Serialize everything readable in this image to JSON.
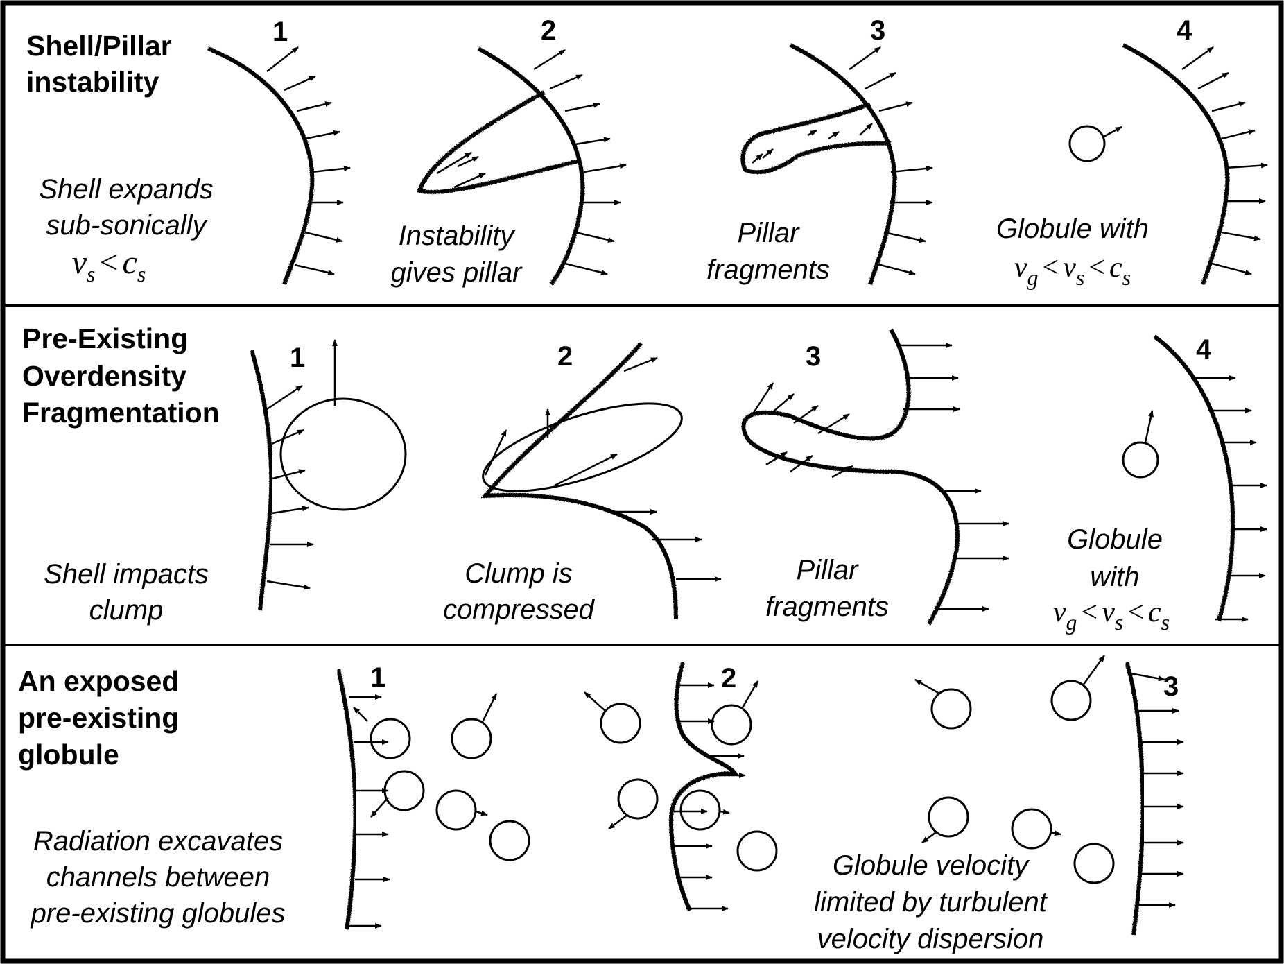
{
  "panels": [
    {
      "heading_lines": [
        "Shell/Pillar",
        "instability"
      ],
      "stages": [
        "1",
        "2",
        "3",
        "4"
      ],
      "captions": {
        "c1": [
          "Shell expands",
          "sub-sonically"
        ],
        "c2": [
          "Instability",
          "gives pillar"
        ],
        "c3": [
          "Pillar",
          "fragments"
        ],
        "c4": [
          "Globule with"
        ]
      }
    },
    {
      "heading_lines": [
        "Pre-Existing",
        "Overdensity",
        "Fragmentation"
      ],
      "stages": [
        "1",
        "2",
        "3",
        "4"
      ],
      "captions": {
        "c1": [
          "Shell impacts",
          "clump"
        ],
        "c2": [
          "Clump is",
          "compressed"
        ],
        "c3": [
          "Pillar",
          "fragments"
        ],
        "c4": [
          "Globule",
          "with"
        ]
      }
    },
    {
      "heading_lines": [
        "An exposed",
        "pre-existing",
        "globule"
      ],
      "stages": [
        "1",
        "2",
        "3"
      ],
      "captions": {
        "c1": [
          "Radiation excavates",
          "channels between",
          "pre-existing globules"
        ],
        "c2": [
          "Globule velocity",
          "limited by turbulent",
          "velocity dispersion"
        ]
      }
    }
  ],
  "math": {
    "v": "v",
    "c": "c",
    "s": "s",
    "g": "g",
    "lt": "<"
  }
}
